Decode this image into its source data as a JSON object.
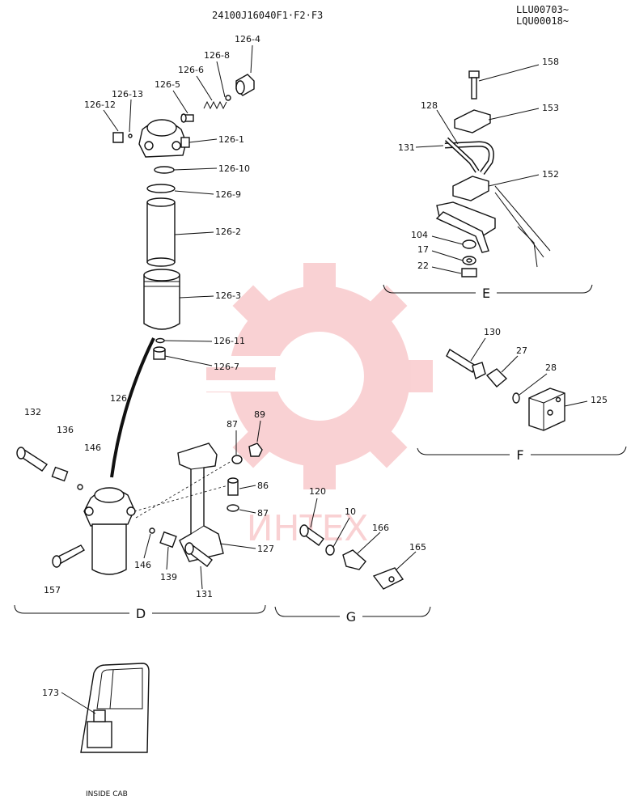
{
  "header": {
    "part_number": "24100J16040F1·F2·F3",
    "serial_1": "LLU00703~",
    "serial_2": "LQU00018~"
  },
  "watermark": {
    "text": "ИНТЕХ",
    "color": "#e8323a"
  },
  "sections": {
    "d": "D",
    "e": "E",
    "f": "F",
    "g": "G"
  },
  "callouts": {
    "c126_4": "126-4",
    "c126_8": "126-8",
    "c126_6": "126-6",
    "c126_5": "126-5",
    "c126_13": "126-13",
    "c126_12": "126-12",
    "c126_1": "126-1",
    "c126_10": "126-10",
    "c126_9": "126-9",
    "c126_2": "126-2",
    "c126_3": "126-3",
    "c126_11": "126-11",
    "c126_7": "126-7",
    "c126": "126",
    "c132": "132",
    "c136": "136",
    "c146a": "146",
    "c146b": "146",
    "c157": "157",
    "c139": "139",
    "c131a": "131",
    "c127": "127",
    "c87a": "87",
    "c87b": "87",
    "c89": "89",
    "c86": "86",
    "c158": "158",
    "c128": "128",
    "c153": "153",
    "c131b": "131",
    "c152": "152",
    "c104": "104",
    "c17": "17",
    "c22": "22",
    "c130": "130",
    "c27": "27",
    "c28": "28",
    "c125": "125",
    "c120": "120",
    "c10": "10",
    "c166": "166",
    "c165": "165",
    "c173": "173"
  },
  "inside_cab": "INSIDE CAB"
}
